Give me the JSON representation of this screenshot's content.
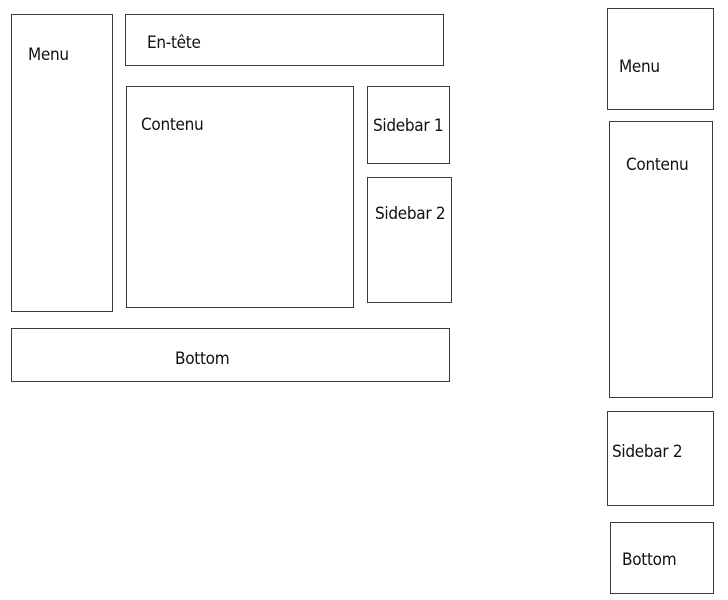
{
  "desktop_layout": {
    "menu": "Menu",
    "header": "En-tête",
    "content": "Contenu",
    "sidebar_1": "Sidebar 1",
    "sidebar_2": "Sidebar 2",
    "bottom": "Bottom"
  },
  "mobile_layout": {
    "menu": "Menu",
    "content": "Contenu",
    "sidebar_2": "Sidebar 2",
    "bottom": "Bottom"
  },
  "colors": {
    "border": "#3a3a3a",
    "background": "#ffffff",
    "text": "#111111"
  }
}
